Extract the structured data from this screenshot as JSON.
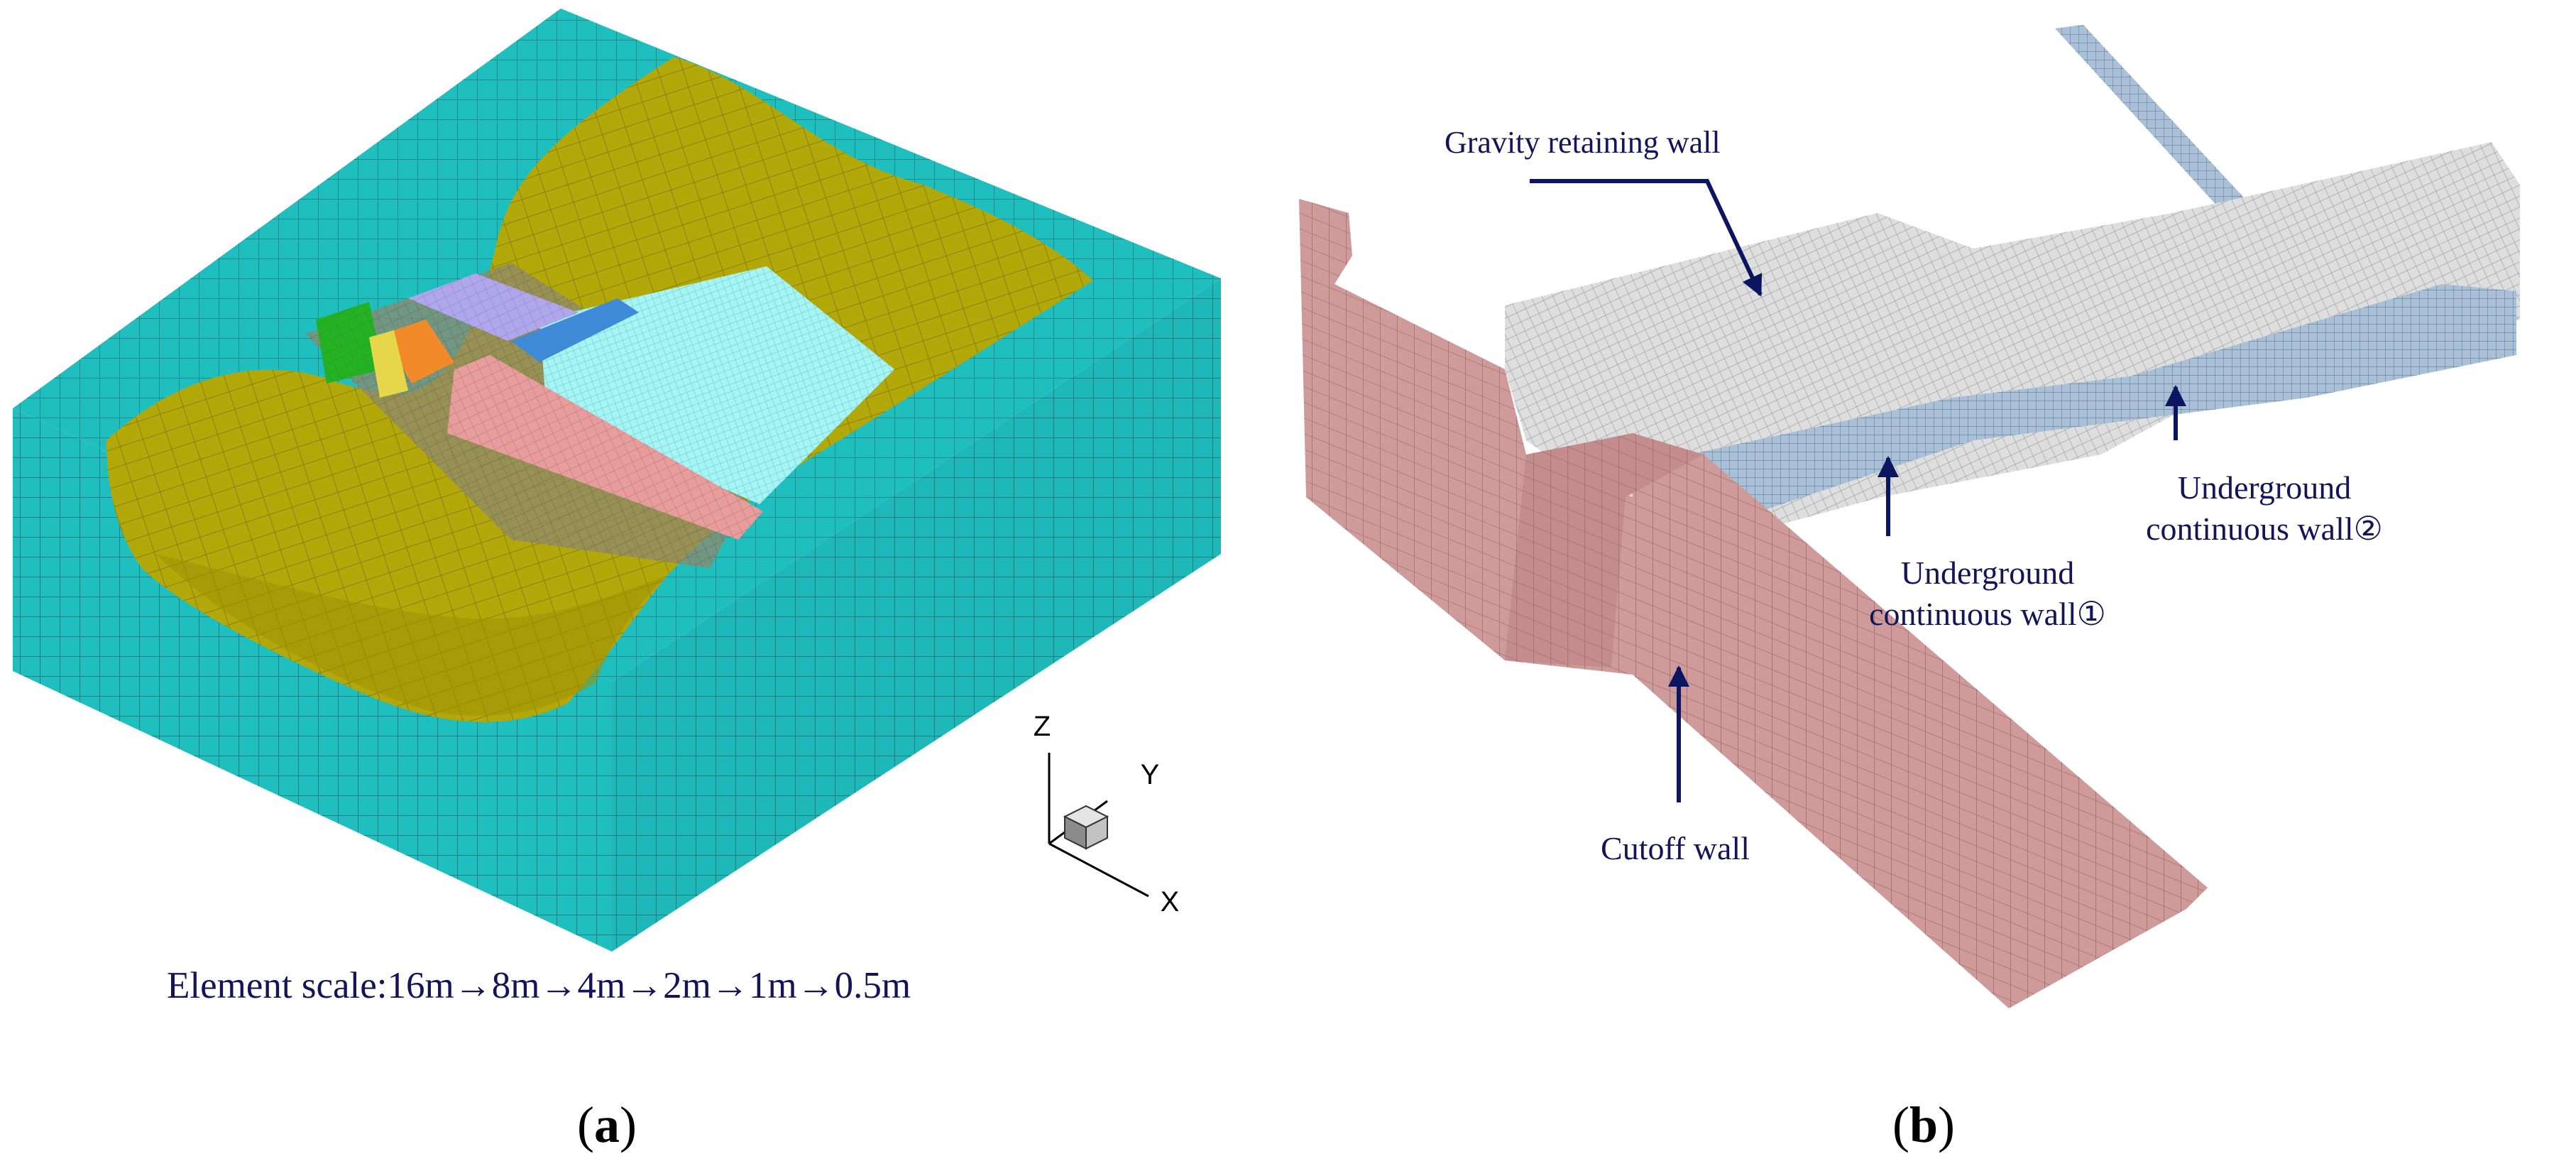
{
  "panel_a": {
    "scale_text": "Element scale:16m→8m→4m→2m→1m→0.5m",
    "axes": {
      "z": "Z",
      "y": "Y",
      "x": "X"
    },
    "caption_open": "(",
    "caption_letter": "a",
    "caption_close": ")",
    "colors": {
      "soil_block": "#20bfbf",
      "terrain": "#b3a80a",
      "gravity_wall": "#e89c9c",
      "slab": "#a6f4f4",
      "block_green": "#22b222",
      "block_orange": "#f28a2a",
      "block_lavender": "#b0a6ee",
      "block_blue": "#3f8ad6"
    }
  },
  "panel_b": {
    "labels": {
      "gravity": "Gravity retaining wall",
      "uw2_line1": "Underground",
      "uw2_line2": "continuous wall②",
      "uw1_line1": "Underground",
      "uw1_line2": "continuous wall①",
      "cutoff": "Cutoff wall"
    },
    "caption_open": "(",
    "caption_letter": "b",
    "caption_close": ")",
    "colors": {
      "gravity_wall": "#dedede",
      "continuous_wall": "#a9c0d6",
      "cutoff_wall": "#cf9a9a",
      "arrow": "#0c1660"
    }
  }
}
